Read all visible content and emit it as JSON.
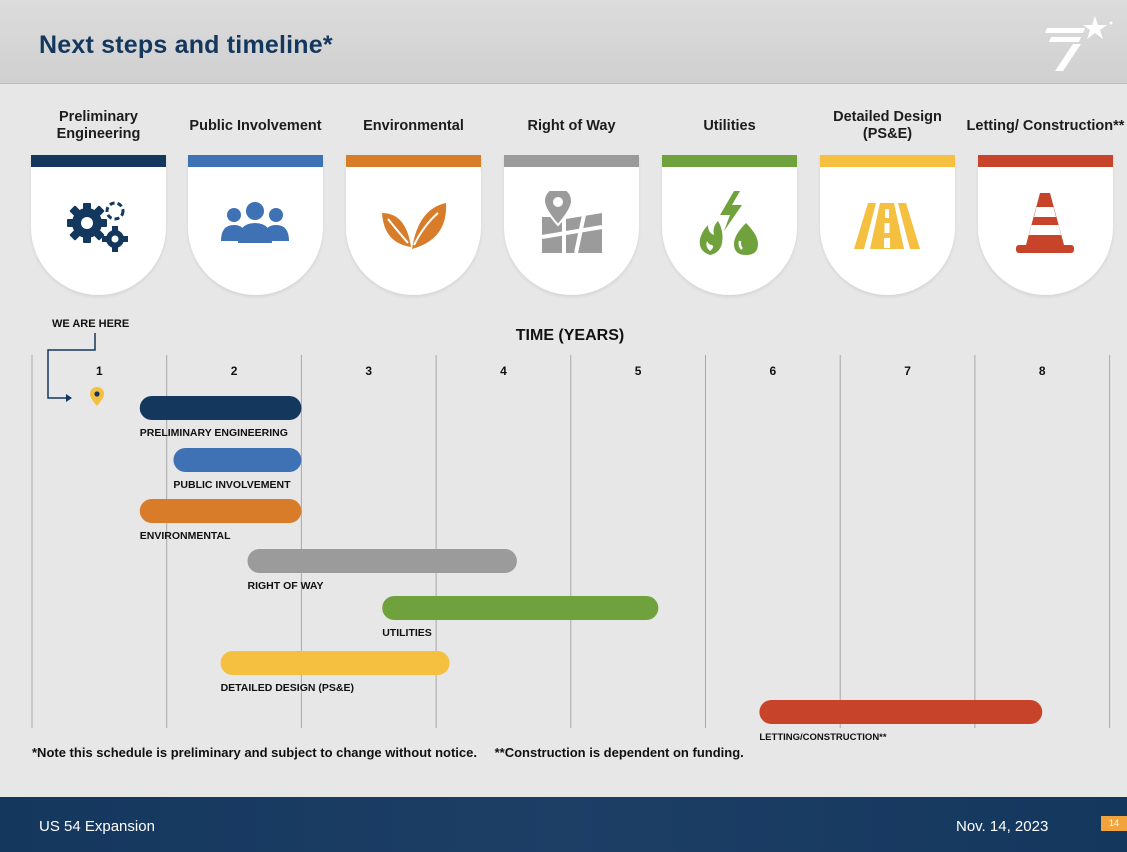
{
  "header": {
    "title": "Next steps and timeline*"
  },
  "phases": [
    {
      "label": "Preliminary Engineering",
      "color": "#14375e",
      "icon": "gears-icon"
    },
    {
      "label": "Public Involvement",
      "color": "#3f72b5",
      "icon": "people-icon"
    },
    {
      "label": "Environmental",
      "color": "#d97c2a",
      "icon": "leaves-icon"
    },
    {
      "label": "Right of Way",
      "color": "#9b9b9b",
      "icon": "map-icon"
    },
    {
      "label": "Utilities",
      "color": "#6fa23c",
      "icon": "utilities-icon"
    },
    {
      "label": "Detailed Design (PS&E)",
      "color": "#f5bf3f",
      "icon": "road-icon"
    },
    {
      "label": "Letting/ Construction**",
      "color": "#c7442a",
      "icon": "traffic-cone-icon"
    }
  ],
  "timeline": {
    "we_are_here": "WE ARE HERE",
    "axis_title": "TIME (YEARS)"
  },
  "chart_data": {
    "type": "gantt",
    "title": "TIME (YEARS)",
    "x_ticks": [
      1,
      2,
      3,
      4,
      5,
      6,
      7,
      8
    ],
    "current_position_year": 1,
    "series": [
      {
        "name": "PRELIMINARY ENGINEERING",
        "start": 0.8,
        "end": 2.0,
        "color": "#14375e"
      },
      {
        "name": "PUBLIC INVOLVEMENT",
        "start": 1.05,
        "end": 2.0,
        "color": "#3f72b5"
      },
      {
        "name": "ENVIRONMENTAL",
        "start": 0.8,
        "end": 2.0,
        "color": "#d97c2a"
      },
      {
        "name": "RIGHT OF WAY",
        "start": 1.6,
        "end": 3.6,
        "color": "#9b9b9b"
      },
      {
        "name": "UTILITIES",
        "start": 2.6,
        "end": 4.65,
        "color": "#6fa23c"
      },
      {
        "name": "DETAILED DESIGN (PS&E)",
        "start": 1.4,
        "end": 3.1,
        "color": "#f5bf3f"
      },
      {
        "name": "LETTING/CONSTRUCTION**",
        "start": 5.4,
        "end": 7.5,
        "color": "#c7442a"
      }
    ]
  },
  "note": {
    "text1": "*Note this schedule is preliminary and subject to change without notice.",
    "text2": "**Construction is dependent on funding."
  },
  "footer": {
    "left": "US 54 Expansion",
    "date": "Nov. 14, 2023",
    "page": "14"
  }
}
